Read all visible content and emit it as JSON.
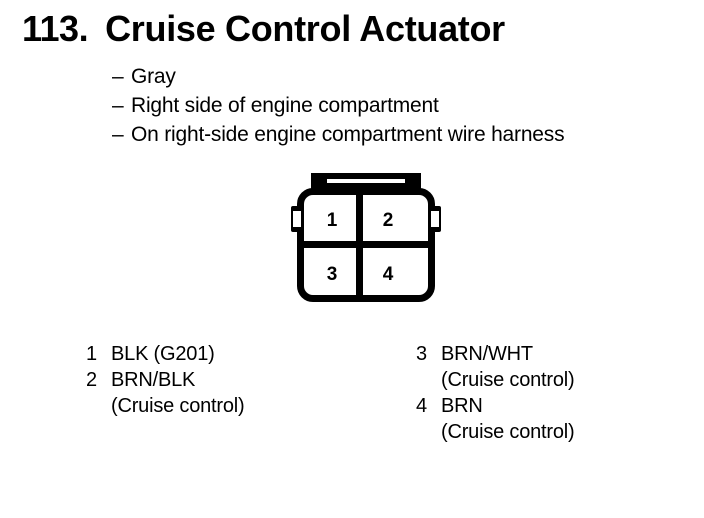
{
  "title": {
    "number": "113.",
    "text": "Cruise Control Actuator"
  },
  "bullets": [
    {
      "dash": "–",
      "text": "Gray"
    },
    {
      "dash": "–",
      "text": "Right side of engine compartment"
    },
    {
      "dash": "–",
      "text": "On right-side engine compartment wire harness"
    }
  ],
  "connector": {
    "cavities": [
      {
        "number": "1"
      },
      {
        "number": "2"
      },
      {
        "number": "3"
      },
      {
        "number": "4"
      }
    ]
  },
  "legend": {
    "left": [
      {
        "pin": "1",
        "label": "BLK (G201)",
        "sub": ""
      },
      {
        "pin": "2",
        "label": "BRN/BLK",
        "sub": "(Cruise control)"
      }
    ],
    "right": [
      {
        "pin": "3",
        "label": "BRN/WHT",
        "sub": "(Cruise control)"
      },
      {
        "pin": "4",
        "label": "BRN",
        "sub": "(Cruise control)"
      }
    ]
  },
  "colors": {
    "ink": "#000000",
    "page": "#ffffff"
  }
}
